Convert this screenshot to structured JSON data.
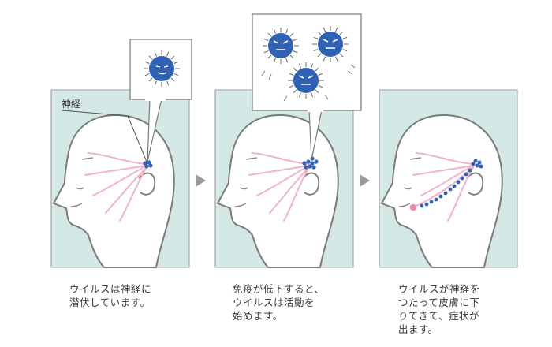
{
  "panels": [
    {
      "caption": "ウイルスは神経に\n潜伏しています。"
    },
    {
      "caption": "免疫が低下すると、\nウイルスは活動を\n始めます。"
    },
    {
      "caption": "ウイルスが神経を\nつたって皮膚に下\nりてきて、症状が\n出ます。"
    }
  ],
  "labels": {
    "nerve": "神経"
  },
  "icons": {
    "virus": "virus-icon",
    "arrow": "triangle-right-icon"
  },
  "colors": {
    "panel_bg": "#d4e8e6",
    "outline": "#7a7a7a",
    "virus": "#2f62b4",
    "nerve": "#f0b4c8",
    "lesion": "#f08aa8"
  }
}
